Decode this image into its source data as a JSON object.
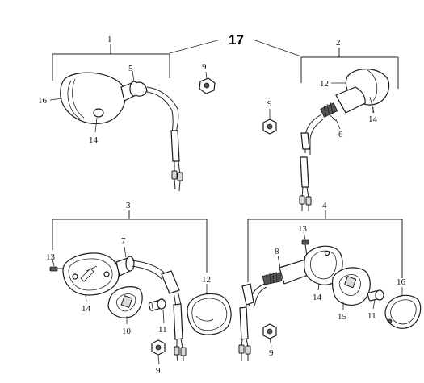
{
  "diagram": {
    "group_number": "17",
    "callouts": {
      "asm_front_left": "1",
      "asm_front_right": "2",
      "asm_rear_left": "3",
      "asm_rear_right": "4",
      "socket_fl": "5",
      "socket_fr": "6",
      "socket_rl": "7",
      "socket_rr": "8",
      "nut_top_mid": "9",
      "nut_top_right": "9",
      "nut_bottom_mid": "9",
      "nut_bottom_right": "9",
      "base_rl": "10",
      "bulb_rl": "11",
      "bulb_rr": "11",
      "lens_fr": "12",
      "lens_rl": "12",
      "screw_rl": "13",
      "screw_rr": "13",
      "body_fl": "14",
      "body_fr": "14",
      "body_rl": "14",
      "body_rr": "14",
      "base_rr": "15",
      "lens_fl": "16",
      "lens_rr": "16"
    }
  }
}
